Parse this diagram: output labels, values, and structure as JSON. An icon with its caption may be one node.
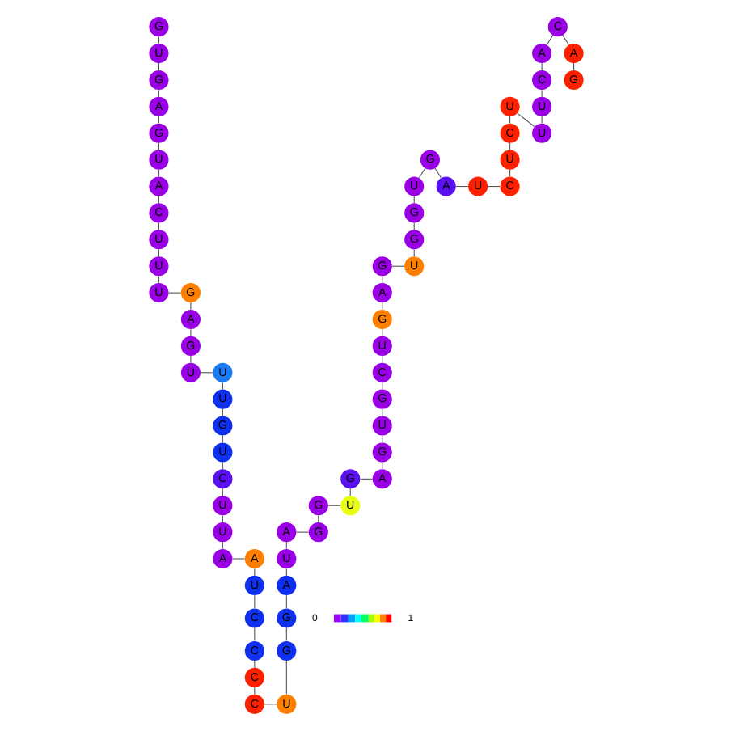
{
  "diagram": {
    "nodes": [
      {
        "text": [
          "G"
        ]
      },
      {
        "text": [
          "U"
        ]
      },
      {
        "text": [
          "G"
        ]
      },
      {
        "text": [
          "A"
        ]
      },
      {
        "text": [
          "G"
        ]
      },
      {
        "text": [
          "U"
        ]
      },
      {
        "text": [
          "A"
        ]
      },
      {
        "text": [
          "C"
        ]
      },
      {
        "text": [
          "U"
        ]
      },
      {
        "text": [
          "U"
        ]
      },
      {
        "text": [
          "U"
        ]
      },
      {
        "text": [
          "G"
        ]
      },
      {
        "text": [
          "A"
        ]
      },
      {
        "text": [
          "G"
        ]
      },
      {
        "text": [
          "U"
        ]
      },
      {
        "text": [
          "U"
        ]
      },
      {
        "text": [
          "U"
        ]
      },
      {
        "text": [
          "G"
        ]
      },
      {
        "text": [
          "U"
        ]
      },
      {
        "text": [
          "C"
        ]
      },
      {
        "text": [
          "U"
        ]
      },
      {
        "text": [
          "U"
        ]
      },
      {
        "text": [
          "A"
        ]
      },
      {
        "text": [
          "A"
        ]
      },
      {
        "text": [
          "U"
        ]
      },
      {
        "text": [
          "C"
        ]
      },
      {
        "text": [
          "C"
        ]
      },
      {
        "text": [
          "C"
        ]
      },
      {
        "text": [
          "C"
        ]
      },
      {
        "text": [
          "U"
        ]
      },
      {
        "text": [
          "G"
        ]
      },
      {
        "text": [
          "G"
        ]
      },
      {
        "text": [
          "A"
        ]
      },
      {
        "text": [
          "U"
        ]
      },
      {
        "text": [
          "A"
        ]
      },
      {
        "text": [
          "G"
        ]
      },
      {
        "text": [
          "G"
        ]
      },
      {
        "text": [
          "U"
        ]
      },
      {
        "text": [
          "G"
        ]
      },
      {
        "text": [
          "A"
        ]
      },
      {
        "text": [
          "G"
        ]
      },
      {
        "text": [
          "U"
        ]
      },
      {
        "text": [
          "G"
        ]
      },
      {
        "text": [
          "C"
        ]
      },
      {
        "text": [
          "U"
        ]
      },
      {
        "text": [
          "G"
        ]
      },
      {
        "text": [
          "A"
        ]
      },
      {
        "text": [
          "G"
        ]
      },
      {
        "text": [
          "U"
        ]
      },
      {
        "text": [
          "G"
        ]
      },
      {
        "text": [
          "G"
        ]
      },
      {
        "text": [
          "U"
        ]
      },
      {
        "text": [
          "G"
        ]
      },
      {
        "text": [
          "A"
        ]
      },
      {
        "text": [
          "U"
        ]
      },
      {
        "text": [
          "C"
        ]
      },
      {
        "text": [
          "U"
        ]
      },
      {
        "text": [
          "C"
        ]
      },
      {
        "text": [
          "U"
        ]
      },
      {
        "text": [
          "U"
        ]
      },
      {
        "text": [
          "U"
        ]
      },
      {
        "text": [
          "C"
        ]
      },
      {
        "text": [
          "A"
        ]
      },
      {
        "text": [
          "C"
        ]
      },
      {
        "text": [
          "A"
        ]
      },
      {
        "text": [
          "G"
        ]
      }
    ],
    "edges": [
      {
        "from": 0,
        "to": 1,
        "arrow": "none"
      },
      {
        "from": 1,
        "to": 2,
        "arrow": "none"
      },
      {
        "from": 2,
        "to": 3,
        "arrow": "none"
      },
      {
        "from": 3,
        "to": 4,
        "arrow": "none"
      },
      {
        "from": 4,
        "to": 5,
        "arrow": "none"
      },
      {
        "from": 5,
        "to": 6,
        "arrow": "none"
      },
      {
        "from": 6,
        "to": 7,
        "arrow": "none"
      },
      {
        "from": 7,
        "to": 8,
        "arrow": "none"
      },
      {
        "from": 8,
        "to": 9,
        "arrow": "none"
      },
      {
        "from": 9,
        "to": 10,
        "arrow": "none"
      },
      {
        "from": 10,
        "to": 11,
        "arrow": "none"
      },
      {
        "from": 11,
        "to": 12,
        "arrow": "none"
      },
      {
        "from": 12,
        "to": 13,
        "arrow": "none"
      },
      {
        "from": 13,
        "to": 14,
        "arrow": "none"
      },
      {
        "from": 14,
        "to": 15,
        "arrow": "none"
      },
      {
        "from": 15,
        "to": 16,
        "arrow": "none"
      },
      {
        "from": 16,
        "to": 17,
        "arrow": "none"
      },
      {
        "from": 17,
        "to": 18,
        "arrow": "none"
      },
      {
        "from": 18,
        "to": 19,
        "arrow": "none"
      },
      {
        "from": 19,
        "to": 20,
        "arrow": "none"
      },
      {
        "from": 20,
        "to": 21,
        "arrow": "none"
      },
      {
        "from": 21,
        "to": 22,
        "arrow": "none"
      },
      {
        "from": 22,
        "to": 23,
        "arrow": "none"
      },
      {
        "from": 23,
        "to": 24,
        "arrow": "none"
      },
      {
        "from": 24,
        "to": 25,
        "arrow": "none"
      },
      {
        "from": 25,
        "to": 26,
        "arrow": "none"
      },
      {
        "from": 26,
        "to": 27,
        "arrow": "none"
      },
      {
        "from": 27,
        "to": 28,
        "arrow": "none"
      },
      {
        "from": 28,
        "to": 29,
        "arrow": "none"
      },
      {
        "from": 29,
        "to": 30,
        "arrow": "none"
      },
      {
        "from": 30,
        "to": 31,
        "arrow": "none"
      },
      {
        "from": 31,
        "to": 32,
        "arrow": "none"
      },
      {
        "from": 32,
        "to": 33,
        "arrow": "none"
      },
      {
        "from": 33,
        "to": 34,
        "arrow": "none"
      },
      {
        "from": 34,
        "to": 35,
        "arrow": "none"
      },
      {
        "from": 35,
        "to": 36,
        "arrow": "none"
      },
      {
        "from": 36,
        "to": 37,
        "arrow": "none"
      },
      {
        "from": 37,
        "to": 38,
        "arrow": "none"
      },
      {
        "from": 38,
        "to": 39,
        "arrow": "none"
      },
      {
        "from": 39,
        "to": 40,
        "arrow": "none"
      },
      {
        "from": 40,
        "to": 41,
        "arrow": "none"
      },
      {
        "from": 41,
        "to": 42,
        "arrow": "none"
      },
      {
        "from": 42,
        "to": 43,
        "arrow": "none"
      },
      {
        "from": 43,
        "to": 44,
        "arrow": "none"
      },
      {
        "from": 44,
        "to": 45,
        "arrow": "none"
      },
      {
        "from": 45,
        "to": 46,
        "arrow": "none"
      },
      {
        "from": 46,
        "to": 47,
        "arrow": "none"
      },
      {
        "from": 47,
        "to": 48,
        "arrow": "none"
      },
      {
        "from": 48,
        "to": 49,
        "arrow": "none"
      },
      {
        "from": 49,
        "to": 50,
        "arrow": "none"
      },
      {
        "from": 50,
        "to": 51,
        "arrow": "none"
      },
      {
        "from": 51,
        "to": 52,
        "arrow": "none"
      },
      {
        "from": 52,
        "to": 53,
        "arrow": "none"
      },
      {
        "from": 53,
        "to": 54,
        "arrow": "none"
      },
      {
        "from": 54,
        "to": 55,
        "arrow": "none"
      },
      {
        "from": 55,
        "to": 56,
        "arrow": "none"
      },
      {
        "from": 56,
        "to": 57,
        "arrow": "none"
      },
      {
        "from": 57,
        "to": 58,
        "arrow": "none"
      },
      {
        "from": 58,
        "to": 59,
        "arrow": "none"
      },
      {
        "from": 59,
        "to": 60,
        "arrow": "none"
      },
      {
        "from": 60,
        "to": 61,
        "arrow": "none"
      },
      {
        "from": 61,
        "to": 62,
        "arrow": "none"
      },
      {
        "from": 62,
        "to": 63,
        "arrow": "none"
      },
      {
        "from": 63,
        "to": 64,
        "arrow": "none"
      },
      {
        "from": 64,
        "to": 65,
        "arrow": "none"
      }
    ],
    "labels": [
      "0",
      "1"
    ]
  }
}
